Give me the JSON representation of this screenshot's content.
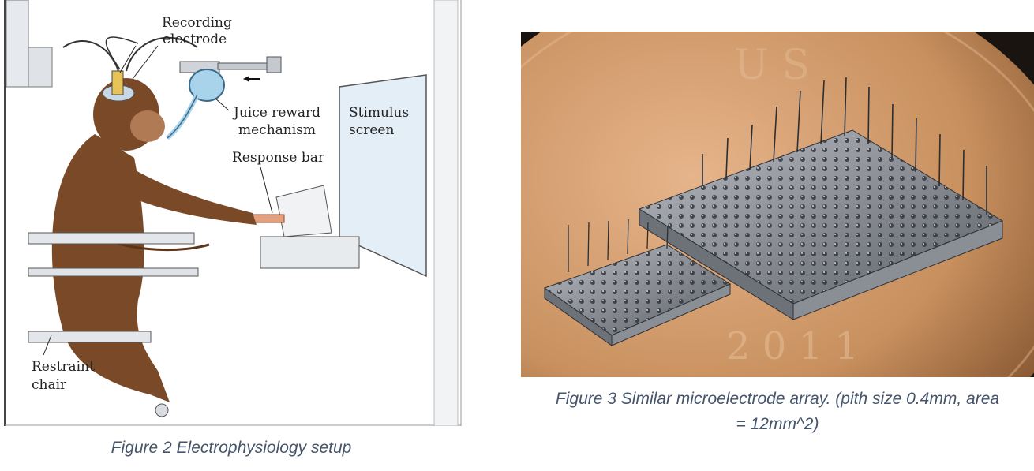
{
  "figure2": {
    "caption": "Figure 2 Electrophysiology setup",
    "labels": {
      "recording_line1": "Recording",
      "recording_line2": "electrode",
      "juice_line1": "Juice reward",
      "juice_line2": "mechanism",
      "stimulus_line1": "Stimulus",
      "stimulus_line2": "screen",
      "response_bar": "Response bar",
      "restraint_line1": "Restraint",
      "restraint_line2": "chair"
    }
  },
  "figure3": {
    "caption_line1": "Figure 3 Similar microelectrode array. (pith size 0.4mm, area",
    "caption_line2": "= 12mm^2)",
    "coin_text_top": "U S",
    "coin_text_bottom": "2 0 1 1"
  },
  "colors": {
    "caption": "#44546a",
    "monkey_fur": "#7a4a28",
    "coin": "#c8905e"
  }
}
